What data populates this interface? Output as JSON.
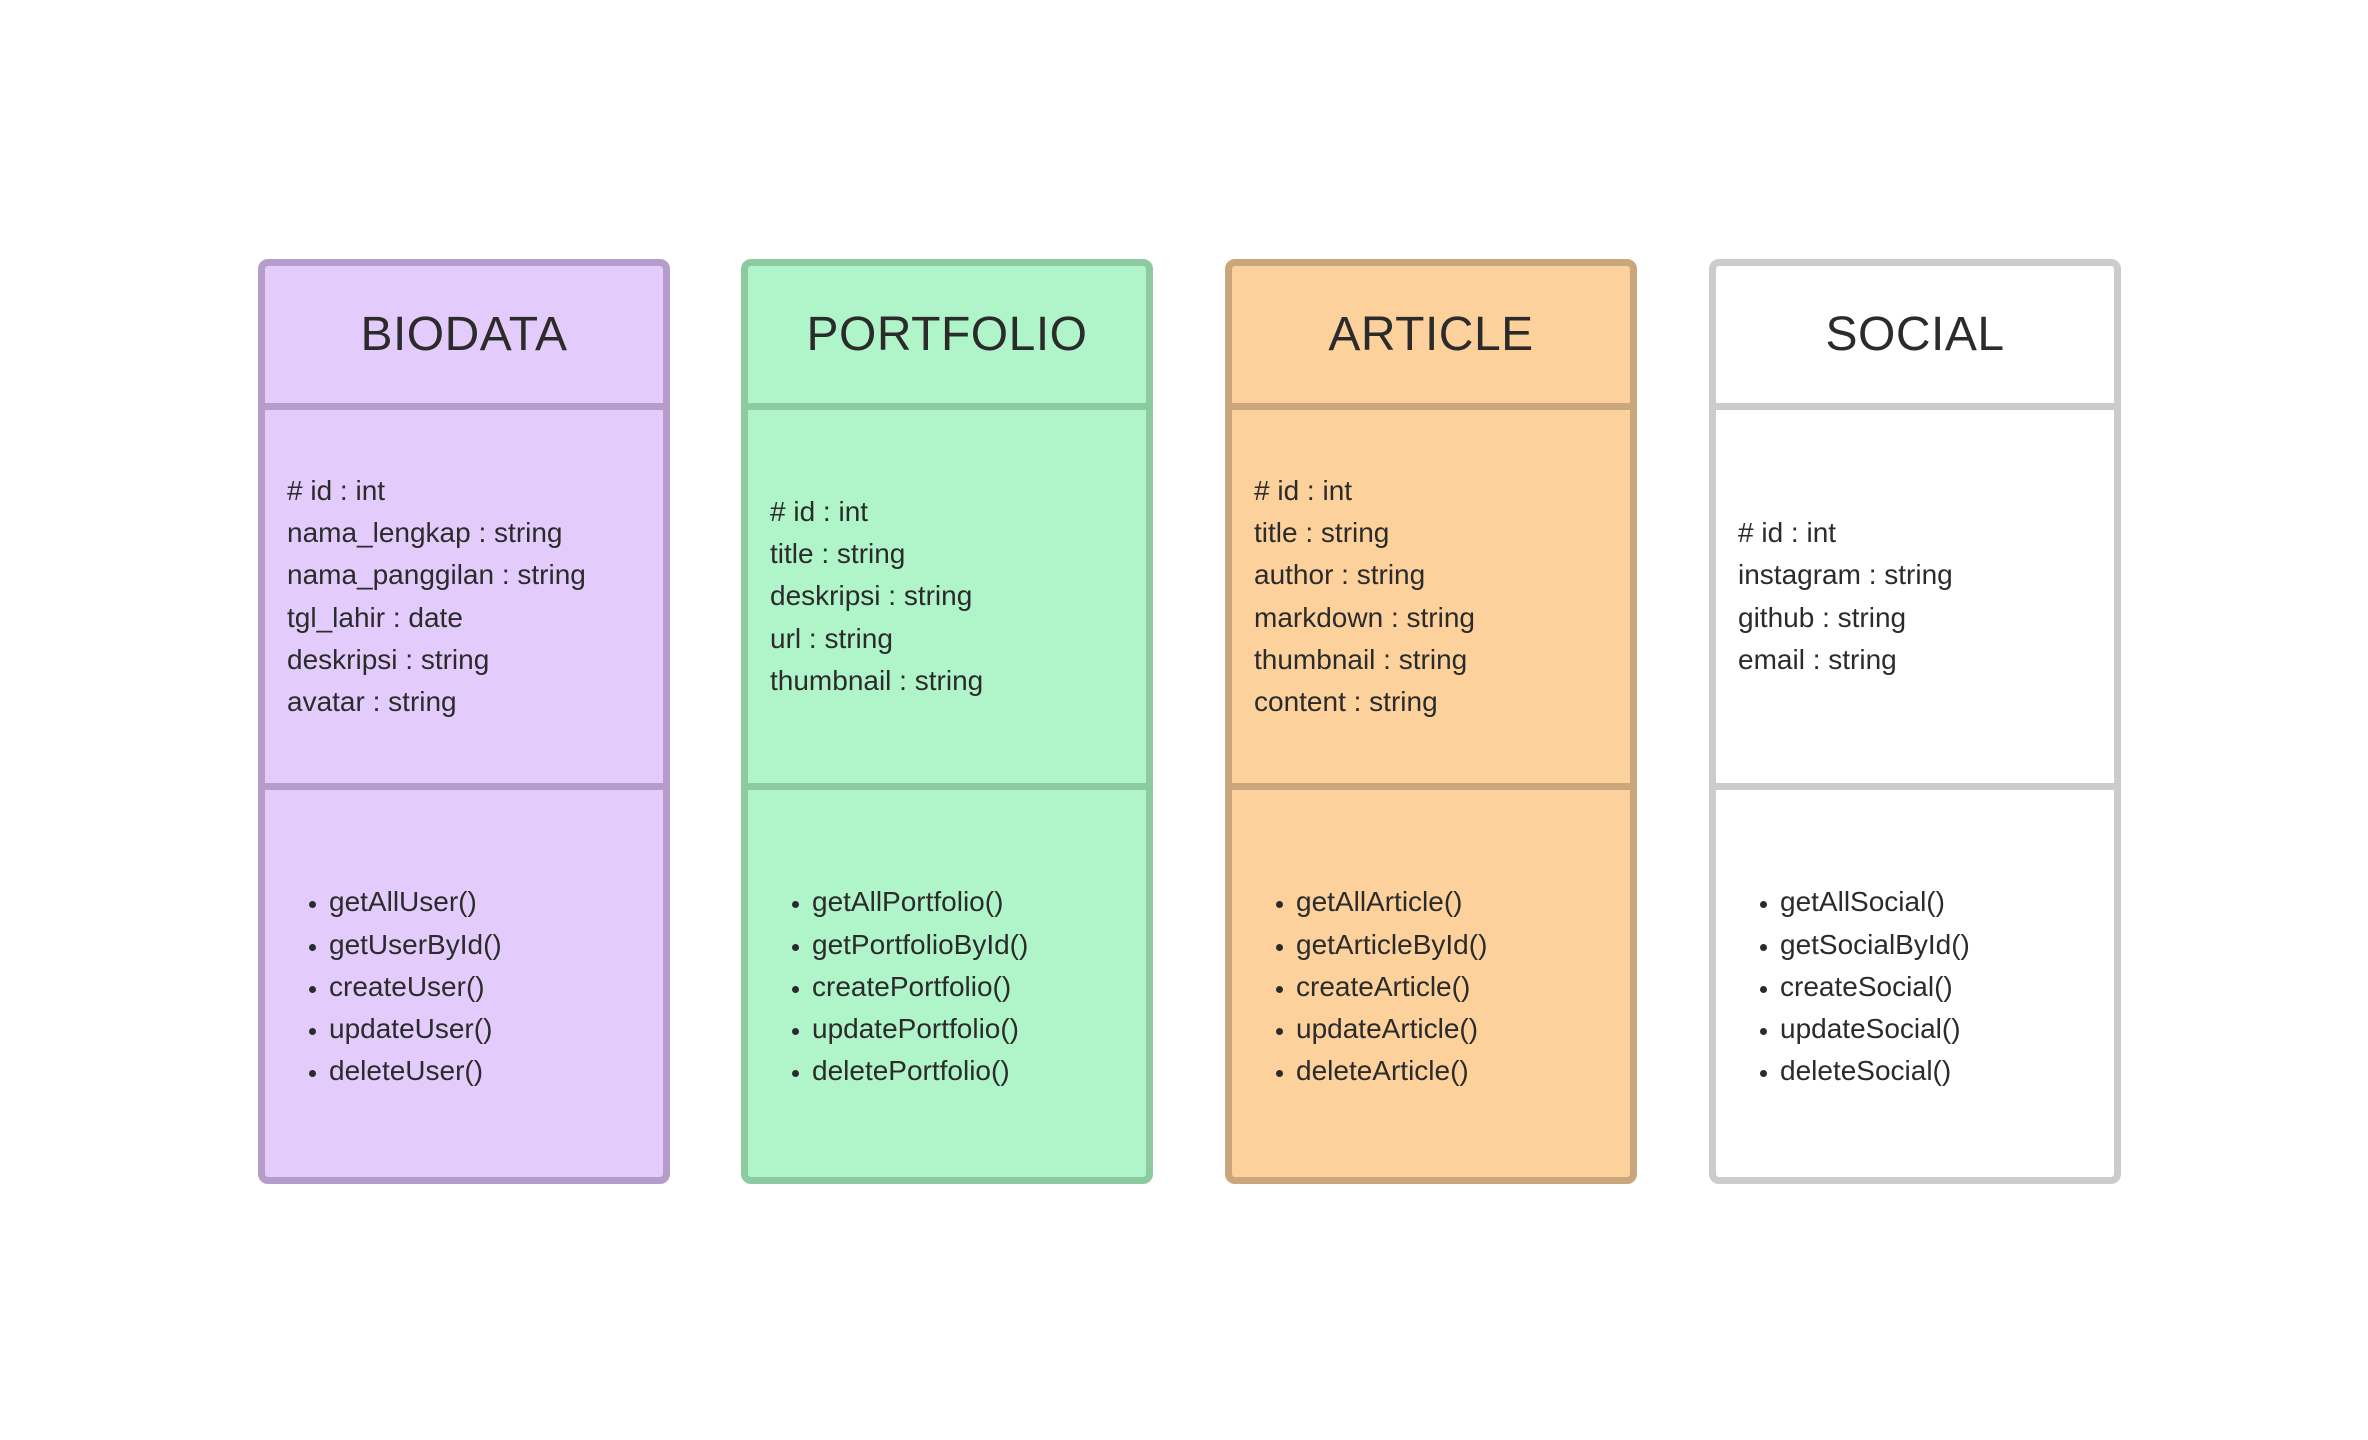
{
  "classes": [
    {
      "name": "BIODATA",
      "fill": "#e3ccfc",
      "border": "#b59ccb",
      "attributes": [
        "# id : int",
        "nama_lengkap : string",
        "nama_panggilan : string",
        "tgl_lahir : date",
        "deskripsi : string",
        "avatar : string"
      ],
      "methods": [
        "getAllUser()",
        "getUserById()",
        "createUser()",
        "updateUser()",
        "deleteUser()"
      ]
    },
    {
      "name": "PORTFOLIO",
      "fill": "#b0f4c9",
      "border": "#8ccaa0",
      "attributes": [
        "# id : int",
        "title : string",
        "deskripsi : string",
        "url : string",
        "thumbnail : string"
      ],
      "methods": [
        "getAllPortfolio()",
        "getPortfolioById()",
        "createPortfolio()",
        "updatePortfolio()",
        "deletePortfolio()"
      ]
    },
    {
      "name": "ARTICLE",
      "fill": "#fcd19c",
      "border": "#c9a67c",
      "attributes": [
        "# id : int",
        "title : string",
        "author : string",
        "markdown : string",
        "thumbnail : string",
        "content : string"
      ],
      "methods": [
        "getAllArticle()",
        "getArticleById()",
        "createArticle()",
        "updateArticle()",
        "deleteArticle()"
      ]
    },
    {
      "name": "SOCIAL",
      "fill": "#ffffff",
      "border": "#cccccc",
      "attributes": [
        "# id : int",
        "instagram : string",
        "github : string",
        "email : string"
      ],
      "methods": [
        "getAllSocial()",
        "getSocialById()",
        "createSocial()",
        "updateSocial()",
        "deleteSocial()"
      ]
    }
  ]
}
